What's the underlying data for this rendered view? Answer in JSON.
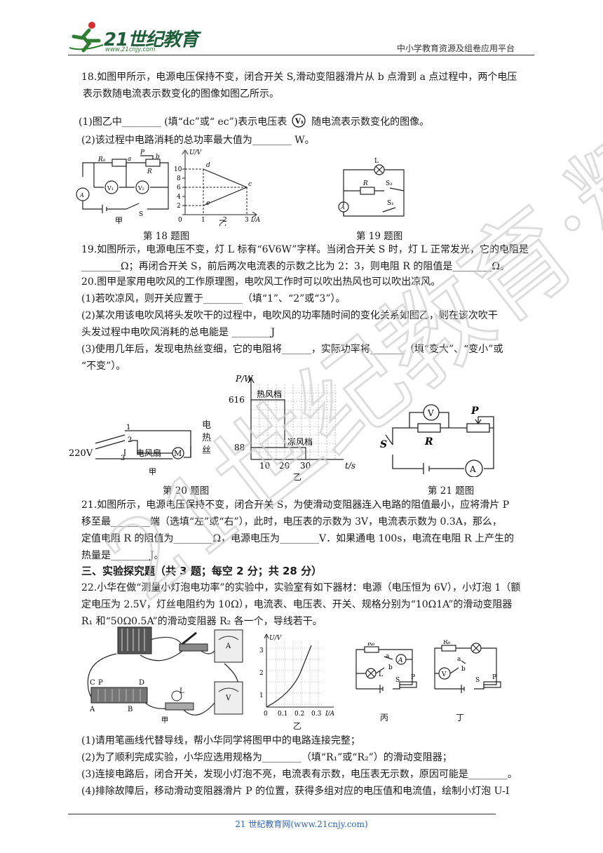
{
  "header": {
    "logo_text": "21世纪教育",
    "logo_url": "www.21cnjy.com",
    "platform": "中小学教育资源及组卷应用平台"
  },
  "q18": {
    "l1": "18.如图甲所示，电源电压保持不变，闭合开关 S,滑动变阻器滑片从 b 点滑到 a 点过程中，两个电压",
    "l2": "表示数随电流表示数变化的图像如图乙所示。",
    "p1a": "(1)图乙中________ (填“dc”或“ ec”)表示电压表",
    "p1b": "随电流表示数变化的图像。",
    "p2": "(2)该过程中电路消耗的总功率最大值为________ W。",
    "cap": "第 18 题图",
    "fig_jia": "甲",
    "fig_yi": "乙"
  },
  "q19": {
    "cap": "第 19 题图",
    "l1": "19.如图所示，电源电压不变，灯 L 标有“6V6W”字样。当闭合开关 S 时，灯 L 正常发光，它的电阻是",
    "l2": "________Ω；再闭合开关 S，前后两次电流表的示数之比为 2：3，则电阻 R 的阻值是________Ω。"
  },
  "q20": {
    "l1": "20.图甲是家用电吹风的工作原理图，电吹风工作时可以吹出热风也可以吹出凉风。",
    "p1": "(1)若吹凉风，则开关应置于________（填“1”、“2”或“3”）。",
    "p2a": "(2)某次用该电吹风将头发吹干的过程中，电吹风的功率随时间的变化关系如图乙，则在该次吹干",
    "p2b": "头发过程中电吹风消耗的总电能是 ________J",
    "p3a": "(3)使用几年后，发现电热丝变细，它的电阻将______，实际功率将_______（填“变大”、“变小”或",
    "p3b": "“不变”）。",
    "cap": "第 20 题图",
    "fig_v": "220V",
    "fig_fan": "电风扇",
    "fig_heater": "电热丝",
    "fig_jia": "甲",
    "fig_yi": "乙",
    "hot": "热风档",
    "cool": "凉风档"
  },
  "q21": {
    "cap": "第 21 题图",
    "l1": "21.如图所示，电源电压保持不变，闭合开关 S，为使滑动变阻器连入电路的阻值最小，应将滑片 P",
    "l2": "移至最________端（选填“左”或“右”），此时，电压表的示数为 3V，电流表示数为 0.3A，那么，",
    "l3": "定值电阻 R 的阻值为________Ω，电源电压为________V．如果通电 100s，电流在电阻 R 上产生的",
    "l4": "热量是________J。"
  },
  "section3": "三、实验探究题（共 3 题；每空 2 分；共 28 分）",
  "q22": {
    "l1": "22.小华在做“测量小灯泡电功率”的实验中，实验室有如下器材：电源（电压恒为 6V），小灯泡 1（额",
    "l2": "定电压为 2.5V，灯丝电阻约为 10Ω），电流表、电压表、开关、规格分别为“10Ω1A”的滑动变阻器",
    "l3": "R₁ 和“50Ω0.5A”的滑动变阻器 R₂ 各一个，导线若干。",
    "fig_jia": "甲",
    "fig_yi": "乙",
    "fig_bing": "丙",
    "fig_ding": "丁",
    "p1": "(1)请用笔画线代替导线，帮小华同学将图甲中的电路连接完整；",
    "p2": "(2)为了顺利完成实验，小华应选用规格为________（填“R₁”或“R₂”）的滑动变阻器；",
    "p3": "(3)连接电路后，闭合开关，发现小灯泡不亮，电流表有示数，电压表无示数，原因可能是________。",
    "p4": "(4)排除故障后，移动滑动变阻器滑片 P 的位置，获得多组对应的电压值和电流值，绘制小灯泡 U-I"
  },
  "chart_data": [
    {
      "type": "line",
      "xlabel": "I/A",
      "ylabel": "U/V",
      "x_ticks": [
        0,
        1,
        2,
        3
      ],
      "y_ticks": [
        0,
        2,
        4,
        6,
        8,
        10
      ],
      "series": [
        {
          "name": "dc",
          "points": [
            [
              1,
              10
            ],
            [
              3,
              6
            ]
          ]
        },
        {
          "name": "ec",
          "points": [
            [
              1,
              2
            ],
            [
              3,
              6
            ]
          ]
        }
      ],
      "point_labels": [
        "d",
        "e",
        "c"
      ]
    },
    {
      "type": "step",
      "xlabel": "t/s",
      "ylabel": "P/W",
      "x_ticks": [
        10,
        20,
        30
      ],
      "y_ticks": [
        88,
        616
      ],
      "series": [
        {
          "name": "热风档",
          "points": [
            [
              0,
              616
            ],
            [
              20,
              616
            ]
          ]
        },
        {
          "name": "凉风档",
          "points": [
            [
              20,
              88
            ],
            [
              30,
              88
            ]
          ]
        }
      ]
    },
    {
      "type": "line",
      "xlabel": "I/A",
      "ylabel": "U/V",
      "x_ticks": [
        0,
        0.1,
        0.2,
        0.3
      ],
      "y_ticks": [
        1,
        2,
        3
      ],
      "series": [
        {
          "points": [
            [
              0,
              0
            ],
            [
              0.1,
              0.5
            ],
            [
              0.2,
              1.5
            ],
            [
              0.25,
              2.5
            ]
          ]
        }
      ]
    }
  ],
  "footer": "21 世纪教育网(www.21cnjy.com)"
}
